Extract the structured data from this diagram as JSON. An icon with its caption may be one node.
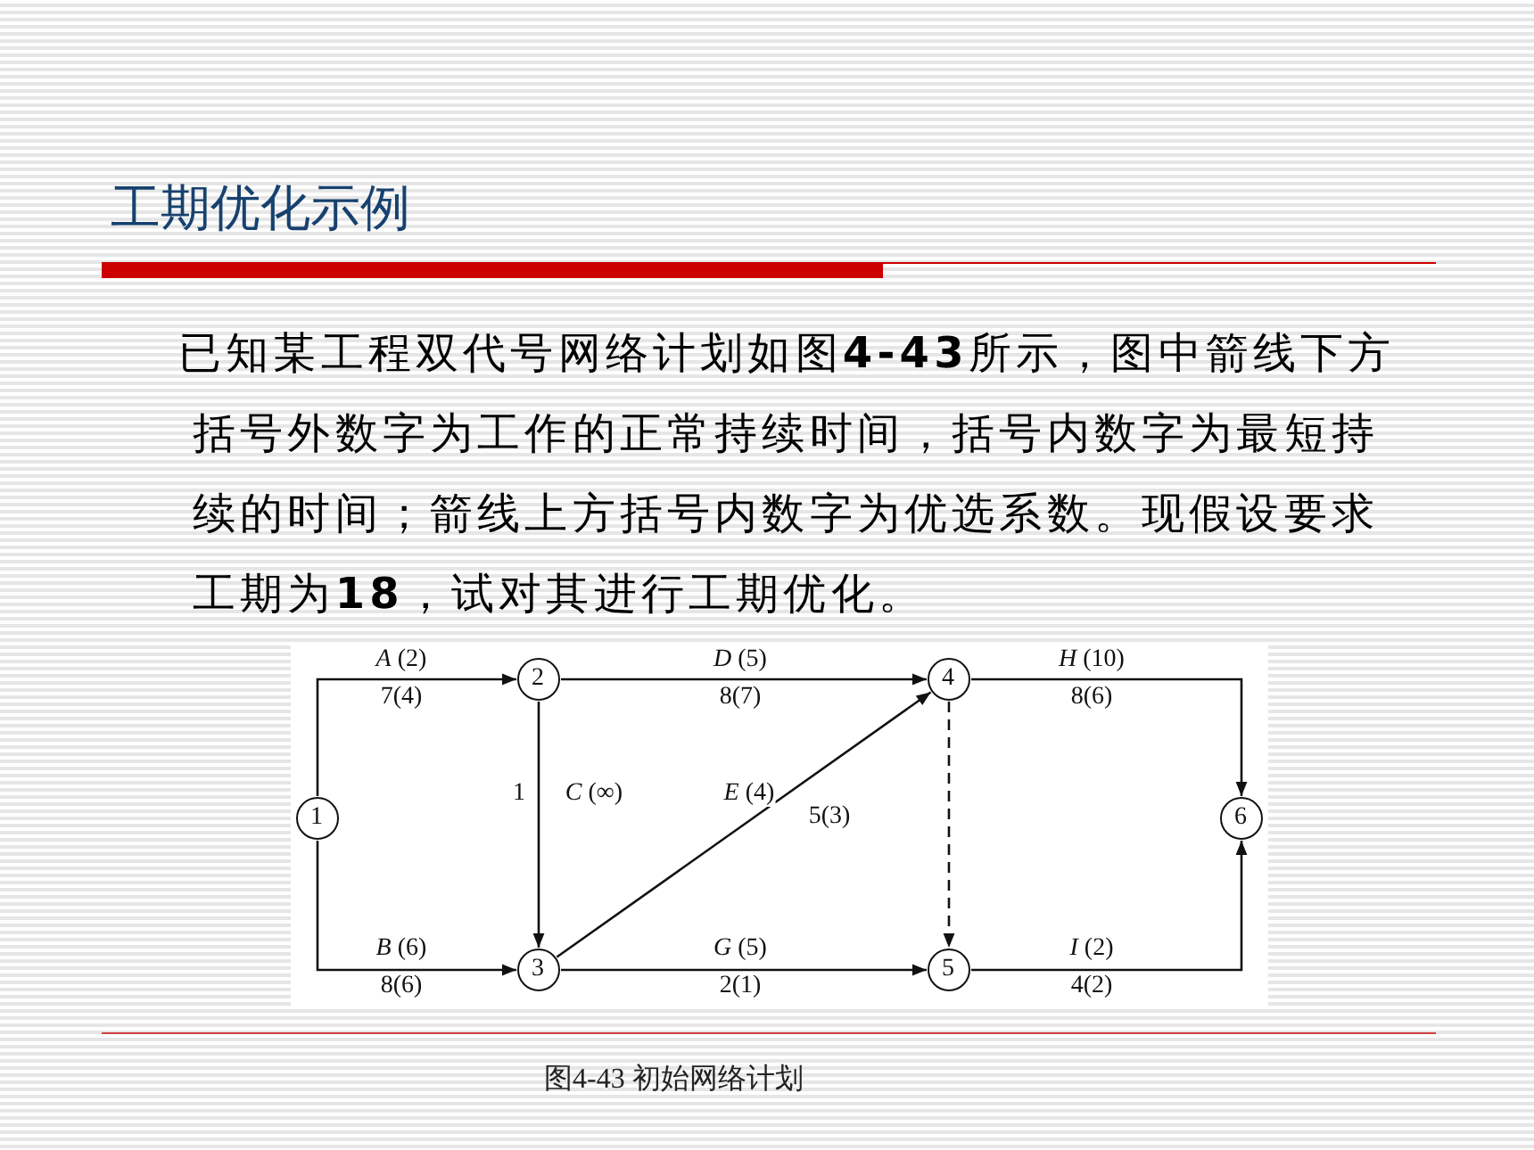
{
  "diagram": {
    "title": "工期优化示例",
    "caption": "图4-43  初始网络计划",
    "nodes": [
      {
        "text": [
          "1"
        ]
      },
      {
        "text": [
          "2"
        ]
      },
      {
        "text": [
          "3"
        ]
      },
      {
        "text": [
          "4"
        ]
      },
      {
        "text": [
          "5"
        ]
      },
      {
        "text": [
          "6"
        ]
      }
    ],
    "edges": [
      {
        "from": 0,
        "to": 1,
        "arrow": "to",
        "label": "*A* (2)"
      },
      {
        "from": 0,
        "to": 2,
        "arrow": "to",
        "label": "*B* (6)"
      },
      {
        "from": 1,
        "to": 2,
        "arrow": "to",
        "label": "*C* (∞)"
      },
      {
        "from": 1,
        "to": 3,
        "arrow": "to",
        "label": "*D* (5)"
      },
      {
        "from": 2,
        "to": 3,
        "arrow": "to",
        "label": "*E* (4)"
      },
      {
        "from": 2,
        "to": 4,
        "arrow": "to",
        "label": "*G* (5)"
      },
      {
        "from": 3,
        "to": 4,
        "arrow": "to",
        "style": "dashed"
      },
      {
        "from": 3,
        "to": 5,
        "arrow": "to",
        "label": "*H* (10)"
      },
      {
        "from": 4,
        "to": 5,
        "arrow": "to",
        "label": "*I* (2)"
      }
    ],
    "labels": [
      "已知某工程双代号网络计划如图**4-43**所示，图中箭线下方括号外数字为工作的正常持续时间，括号内数字为最短持续的时间；箭线上方括号内数字为优选系数。现假设要求工期为**18**，试对其进行工期优化。",
      "7(4)",
      "8(7)",
      "8(6)",
      "1",
      "5(3)",
      "8(6)",
      "2(1)",
      "4(2)"
    ]
  }
}
